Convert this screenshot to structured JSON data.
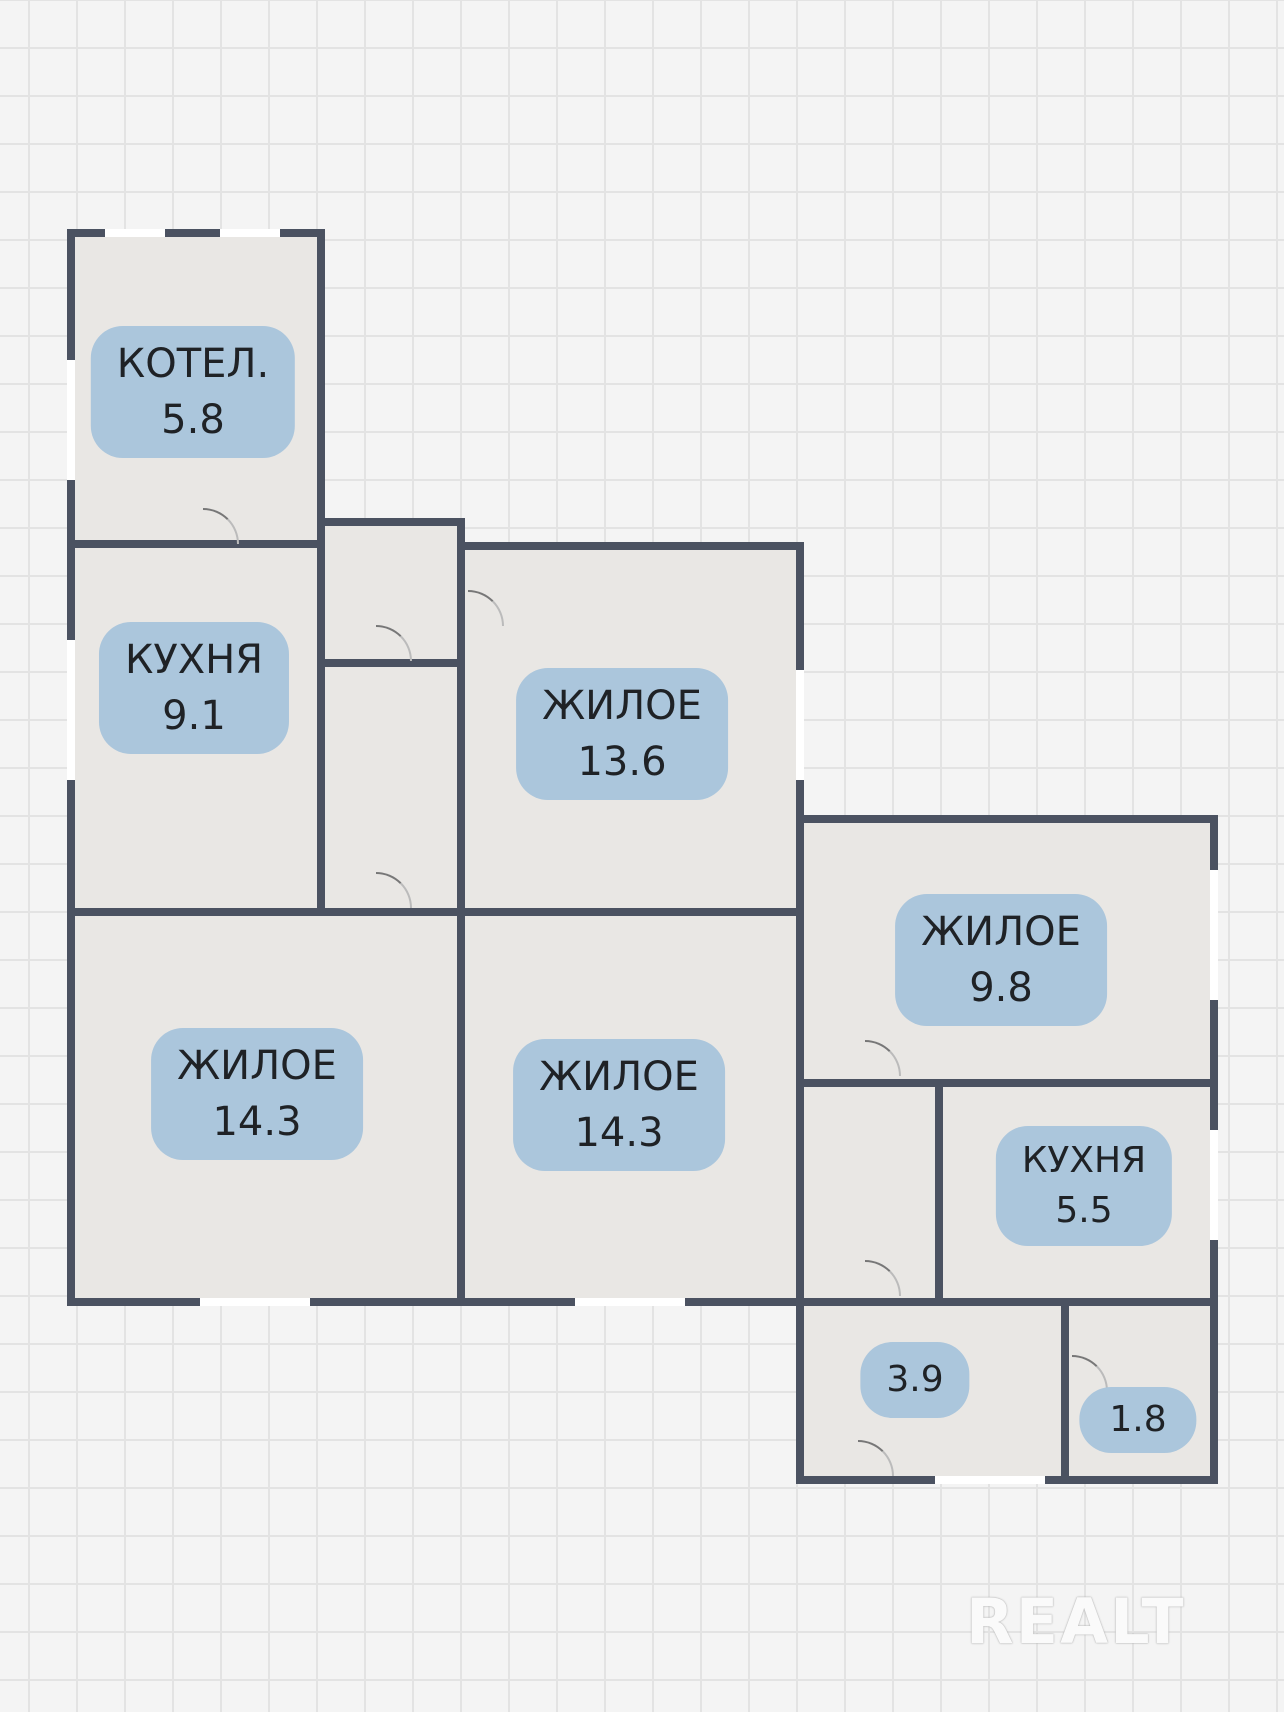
{
  "rooms": [
    {
      "name": "КОТЕЛ.",
      "area": "5.8"
    },
    {
      "name": "КУХНЯ",
      "area": "9.1"
    },
    {
      "name": "ЖИЛОЕ",
      "area": "13.6"
    },
    {
      "name": "ЖИЛОЕ",
      "area": "14.3"
    },
    {
      "name": "ЖИЛОЕ",
      "area": "14.3"
    },
    {
      "name": "ЖИЛОЕ",
      "area": "9.8"
    },
    {
      "name": "КУХНЯ",
      "area": "5.5"
    },
    {
      "name": "",
      "area": "3.9"
    },
    {
      "name": "",
      "area": "1.8"
    }
  ],
  "watermark": "REALT",
  "colors": {
    "wall": "#4b5261",
    "floor": "#e9e7e4",
    "label": "#abc6dc",
    "background": "#f4f4f4"
  }
}
